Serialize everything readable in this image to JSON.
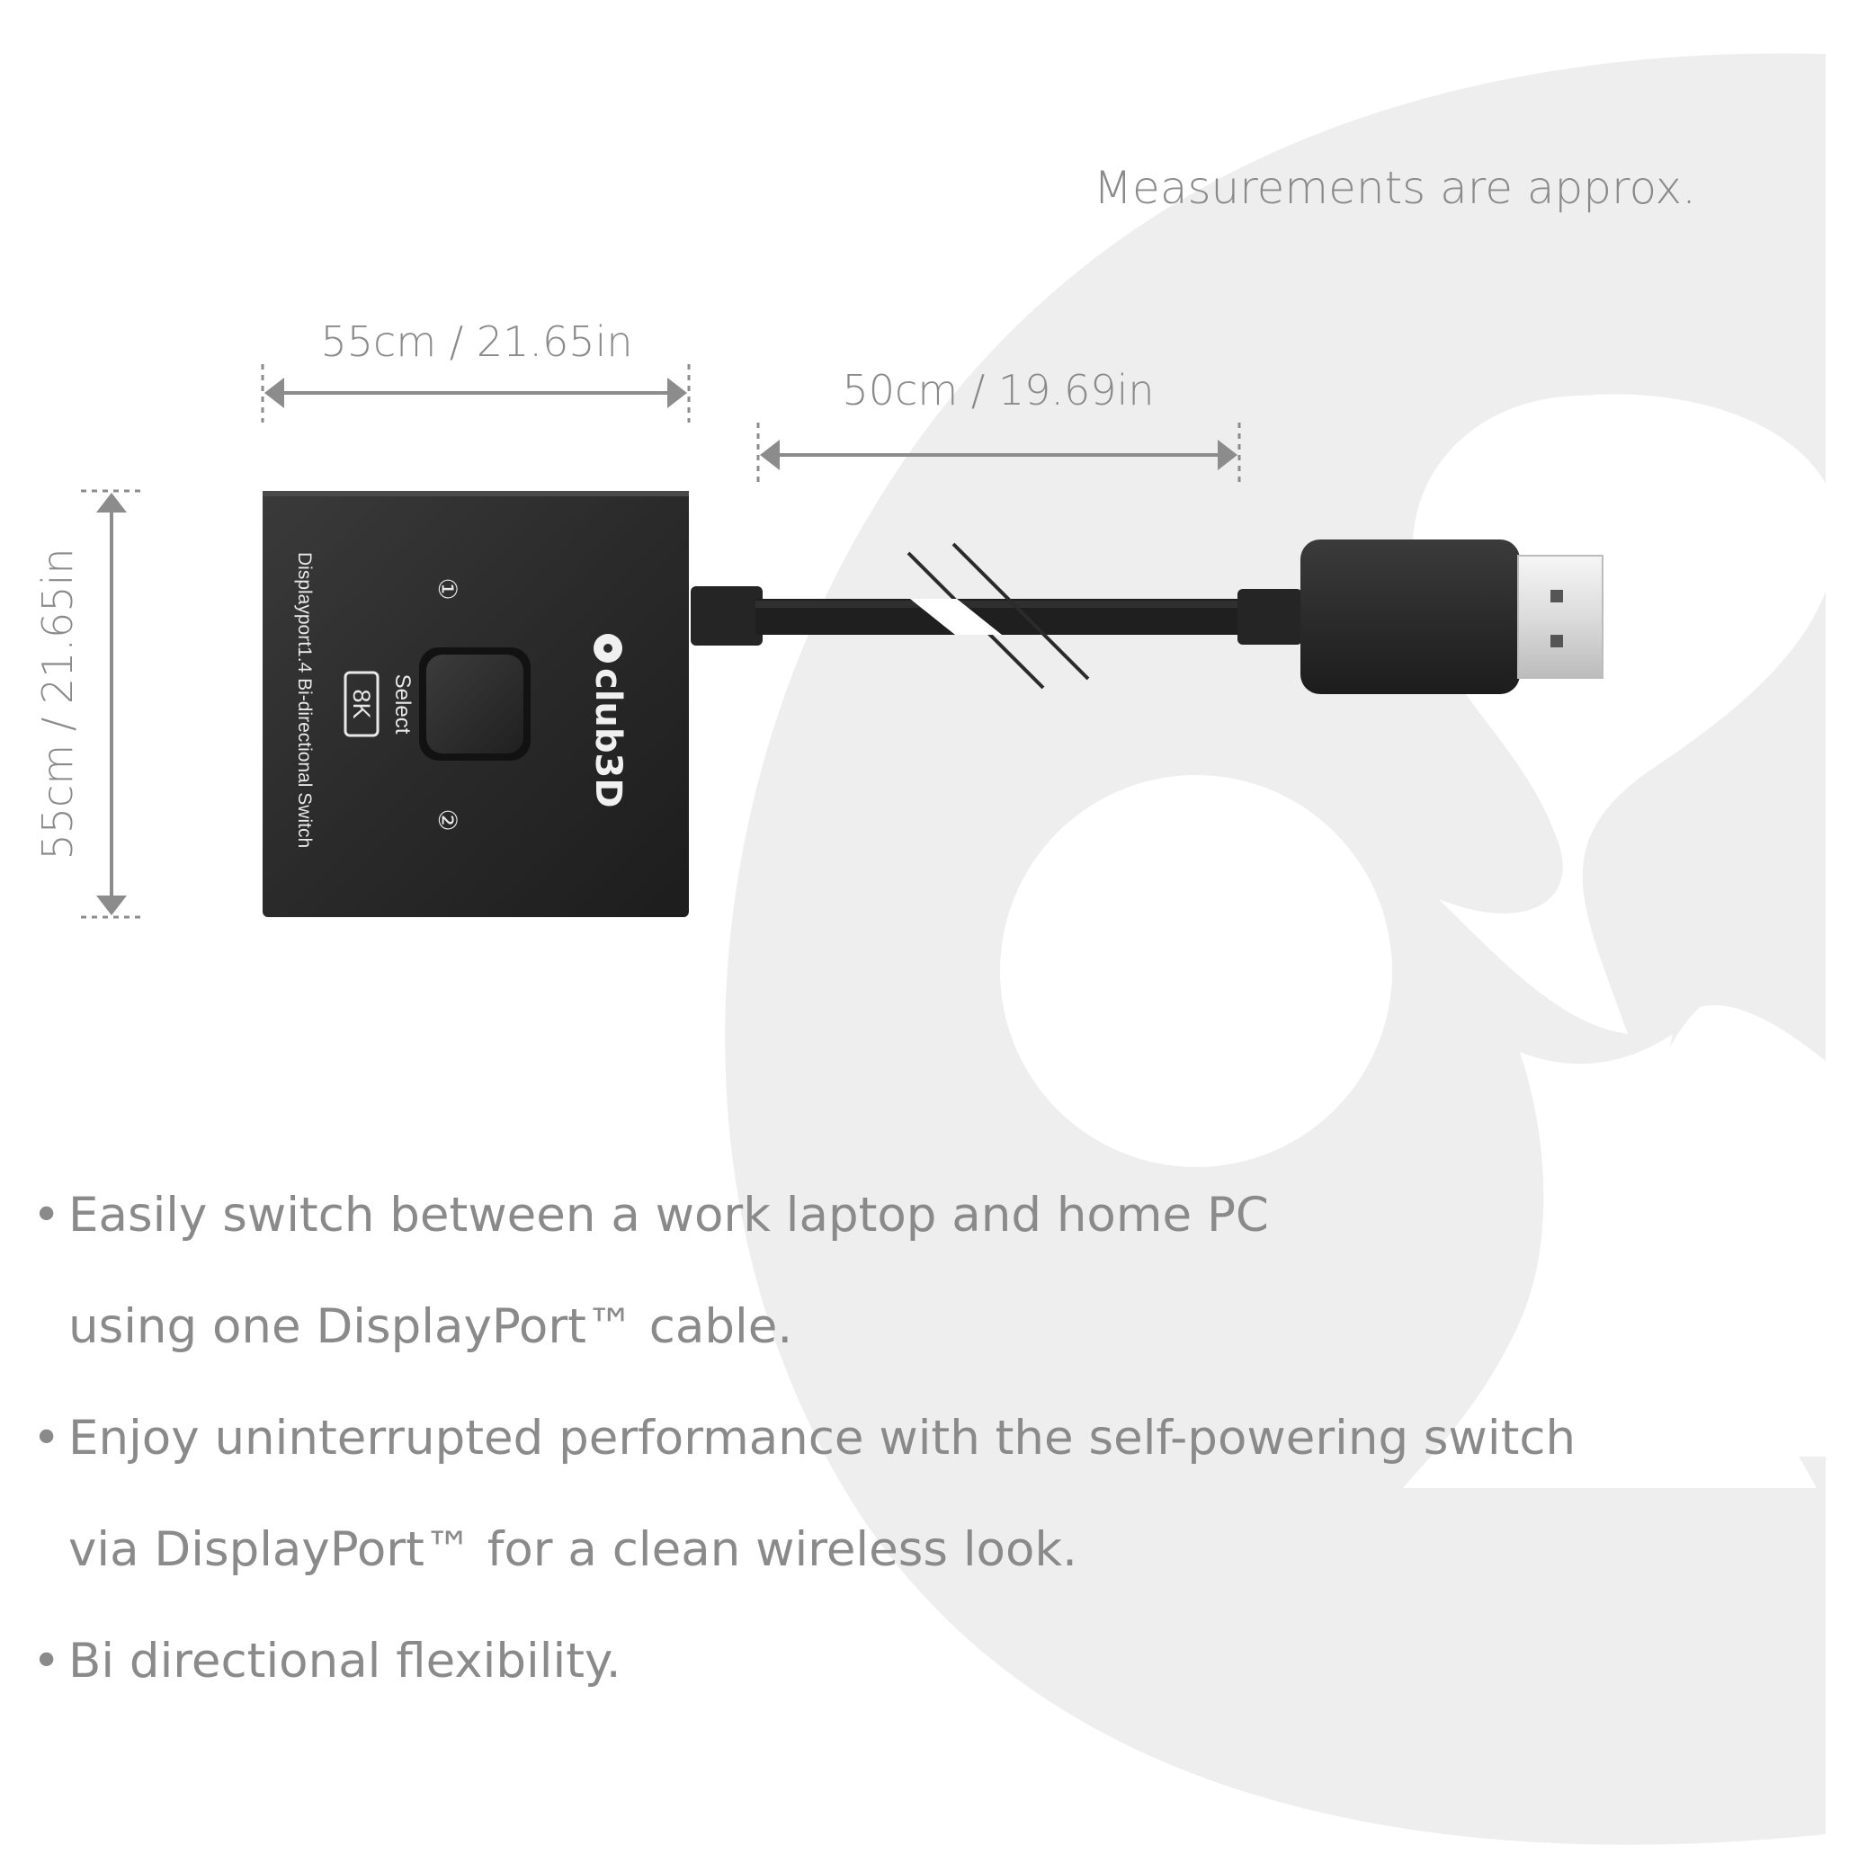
{
  "note": "Measurements are approx.",
  "dimensions": {
    "width_top": "55cm / 21.65in",
    "cable_length": "50cm / 19.69in",
    "height_left": "55cm / 21.65in"
  },
  "device": {
    "product_label": "Displayport1.4 Bi-directional Switch",
    "button_label": "Select",
    "resolution_badge": "8K",
    "port_1": "①",
    "port_2": "②",
    "logo_text": "club3D"
  },
  "bullets": [
    {
      "dot": "•",
      "line1": "Easily switch between a work laptop and home PC",
      "line2": "using one DisplayPort™ cable."
    },
    {
      "dot": "•",
      "line1": "Enjoy uninterrupted performance with the self-powering switch",
      "line2": "via DisplayPort™ for a clean wireless look."
    },
    {
      "dot": "•",
      "line1": "Bi directional flexibility.",
      "line2": ""
    }
  ],
  "colors": {
    "background": "#ffffff",
    "watermark": "#eeeeee",
    "text": "#8a8a8a",
    "device": "#2b2b2b",
    "dimension_line": "#8c8c8c"
  }
}
